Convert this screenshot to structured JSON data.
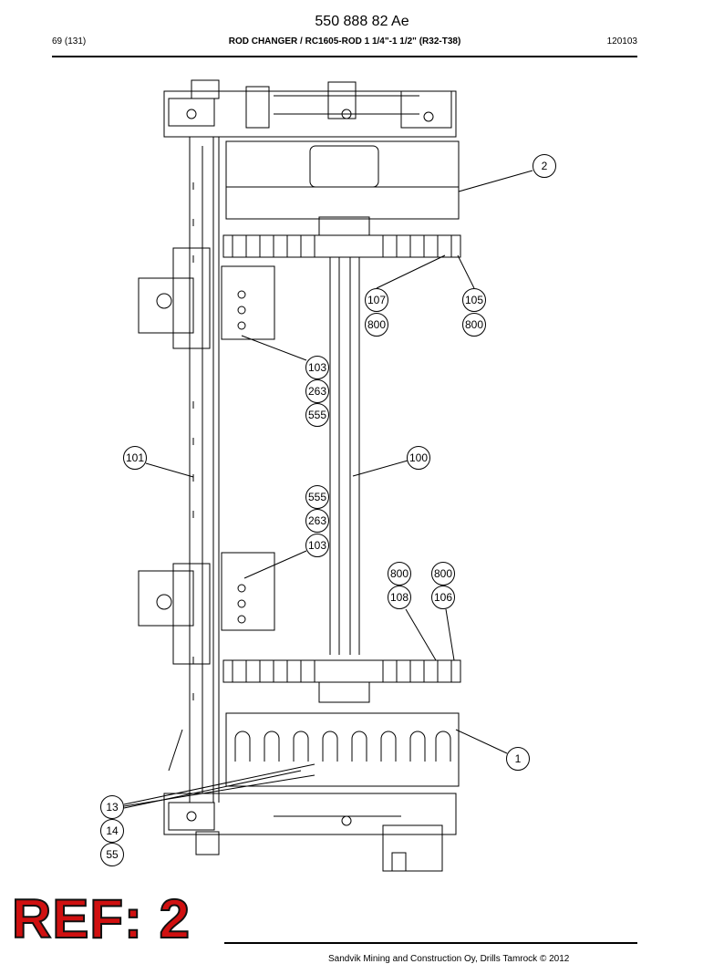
{
  "header": {
    "doc_number": "550 888 82 Ae",
    "page": "69 (131)",
    "title": "ROD CHANGER / RC1605-ROD 1 1/4\"-1 1/2\" (R32-T38)",
    "doc_date": "120103"
  },
  "ref_label": "REF: 2",
  "footer_text": "Sandvik Mining and Construction Oy, Drills Tamrock © 2012",
  "callouts": [
    "2",
    "107",
    "800",
    "105",
    "800",
    "103",
    "263",
    "555",
    "101",
    "100",
    "555",
    "263",
    "103",
    "800",
    "108",
    "800",
    "106",
    "1",
    "13",
    "14",
    "55"
  ],
  "colors": {
    "ref_fill": "#d01010",
    "line": "#000000"
  }
}
